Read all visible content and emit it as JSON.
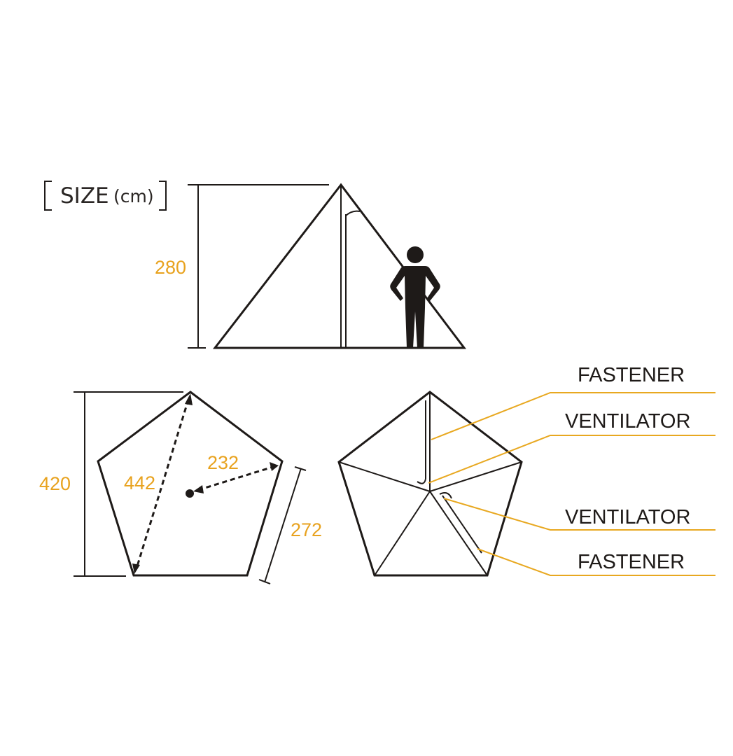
{
  "title": {
    "main": "SIZE",
    "unit": "(cm)"
  },
  "dimensions": {
    "height": "280",
    "depth": "420",
    "diagonal": "442",
    "radius": "232",
    "side": "272"
  },
  "labels": {
    "fastener_top": "FASTENER",
    "ventilator_top": "VENTILATOR",
    "ventilator_bottom": "VENTILATOR",
    "fastener_bottom": "FASTENER"
  },
  "colors": {
    "accent": "#e8a21e",
    "ink": "#1e1a18"
  }
}
